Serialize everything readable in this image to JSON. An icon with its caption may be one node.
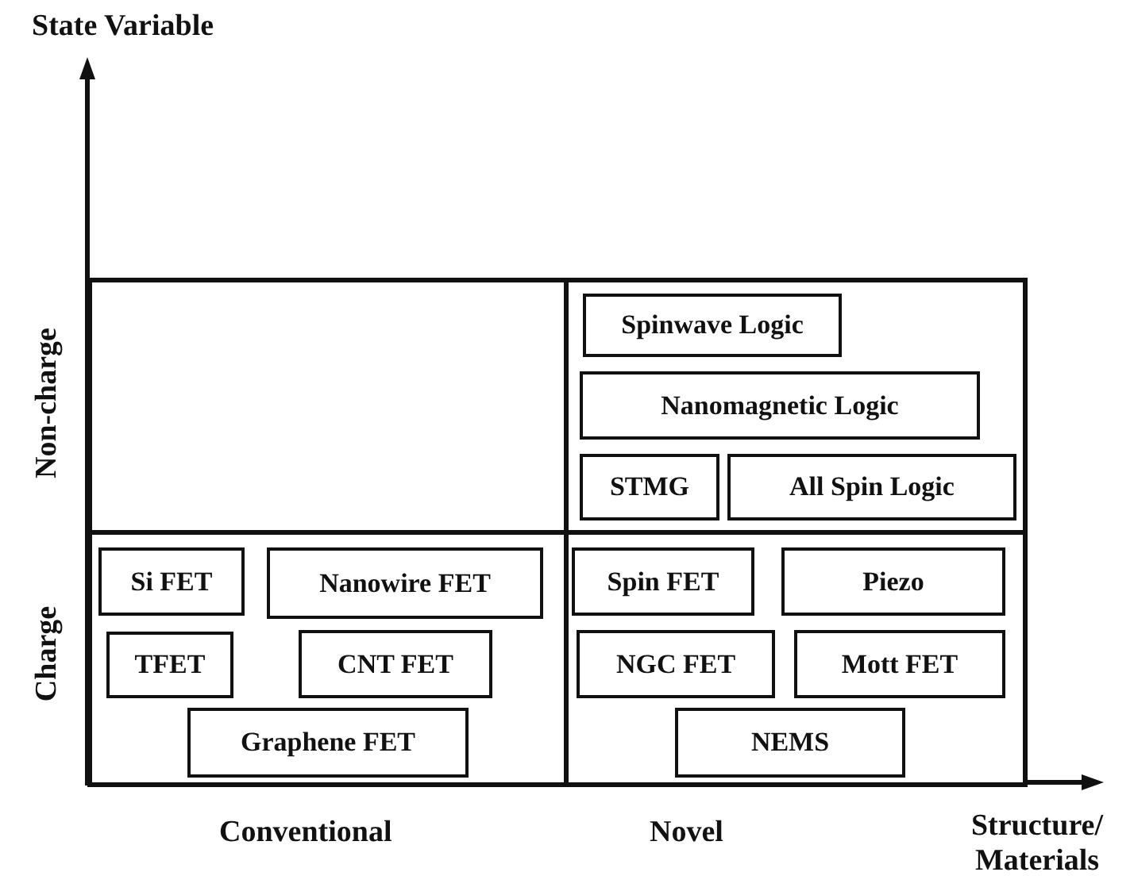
{
  "diagram": {
    "nodes": [
      {
        "text": [],
        "shape": "box"
      },
      {
        "text": [],
        "shape": "box"
      },
      {
        "text": [
          "Spinwave Logic"
        ],
        "in": 1
      },
      {
        "text": [
          "Nanomagnetic Logic"
        ],
        "in": 1
      },
      {
        "text": [
          "STMG"
        ],
        "in": 1
      },
      {
        "text": [
          "All Spin Logic"
        ],
        "in": 1
      },
      {
        "text": [],
        "shape": "box"
      },
      {
        "text": [
          "Si FET"
        ],
        "in": 6
      },
      {
        "text": [
          "Nanowire FET"
        ],
        "in": 6
      },
      {
        "text": [
          "TFET"
        ],
        "in": 6
      },
      {
        "text": [
          "CNT FET"
        ],
        "in": 6
      },
      {
        "text": [
          "Graphene FET"
        ],
        "in": 6
      },
      {
        "text": [],
        "shape": "box"
      },
      {
        "text": [
          "Spin FET"
        ],
        "in": 12
      },
      {
        "text": [
          "Piezo"
        ],
        "in": 12
      },
      {
        "text": [
          "NGC FET"
        ],
        "in": 12
      },
      {
        "text": [
          "Mott FET"
        ],
        "in": 12
      },
      {
        "text": [
          "NEMS"
        ],
        "in": 12
      }
    ],
    "edges": [],
    "labels": [
      "State Variable",
      "Non-charge",
      "Charge",
      "Conventional",
      "Novel",
      "Structure/ Materials"
    ]
  }
}
